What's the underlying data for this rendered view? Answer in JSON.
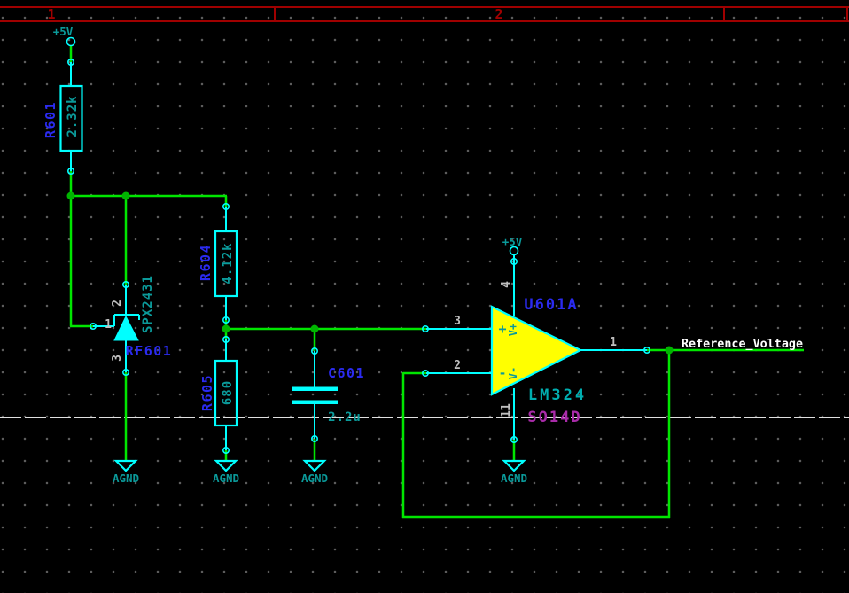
{
  "sheet": {
    "columns": [
      {
        "label": "1"
      },
      {
        "label": "2"
      }
    ]
  },
  "colors": {
    "background": "#000000",
    "grid_dot": "#5f5f5f",
    "wire_green": "#00e600",
    "junction_green": "#00b400",
    "symbol_cyan": "#00ffff",
    "opamp_fill_yellow": "#ffff00",
    "reference_text_blue": "#2b2bf0",
    "value_text_teal": "#0b9a9a",
    "footprint_text_purple": "#a82ba8",
    "pin_number_gray": "#bfbfbf",
    "net_label_white": "#ffffff",
    "sheet_border_red": "#a00000"
  },
  "components": {
    "R601": {
      "reference": "R601",
      "value": "2.32k"
    },
    "R604": {
      "reference": "R604",
      "value": "4.12k"
    },
    "R605": {
      "reference": "R605",
      "value": "680"
    },
    "RF601": {
      "reference": "RF601",
      "value": "SPX2431",
      "pin_numbers": {
        "ref": "1",
        "cathode": "2",
        "anode": "3"
      }
    },
    "C601": {
      "reference": "C601",
      "value": "2.2u"
    },
    "U601A": {
      "reference": "U601A",
      "value": "LM324",
      "footprint": "SO14D",
      "pin_numbers": {
        "noninverting": "3",
        "inverting": "2",
        "output": "1",
        "vplus": "4",
        "vminus": "11"
      },
      "markers": {
        "plus": "+",
        "minus": "-",
        "vplus": "V+",
        "vminus": "V-"
      }
    }
  },
  "power": {
    "vcc_r601": "+5V",
    "vcc_u601": "+5V",
    "gnd_rf601": "AGND",
    "gnd_r605": "AGND",
    "gnd_c601": "AGND",
    "gnd_u601": "AGND"
  },
  "net_labels": {
    "output": "Reference_Voltage"
  }
}
